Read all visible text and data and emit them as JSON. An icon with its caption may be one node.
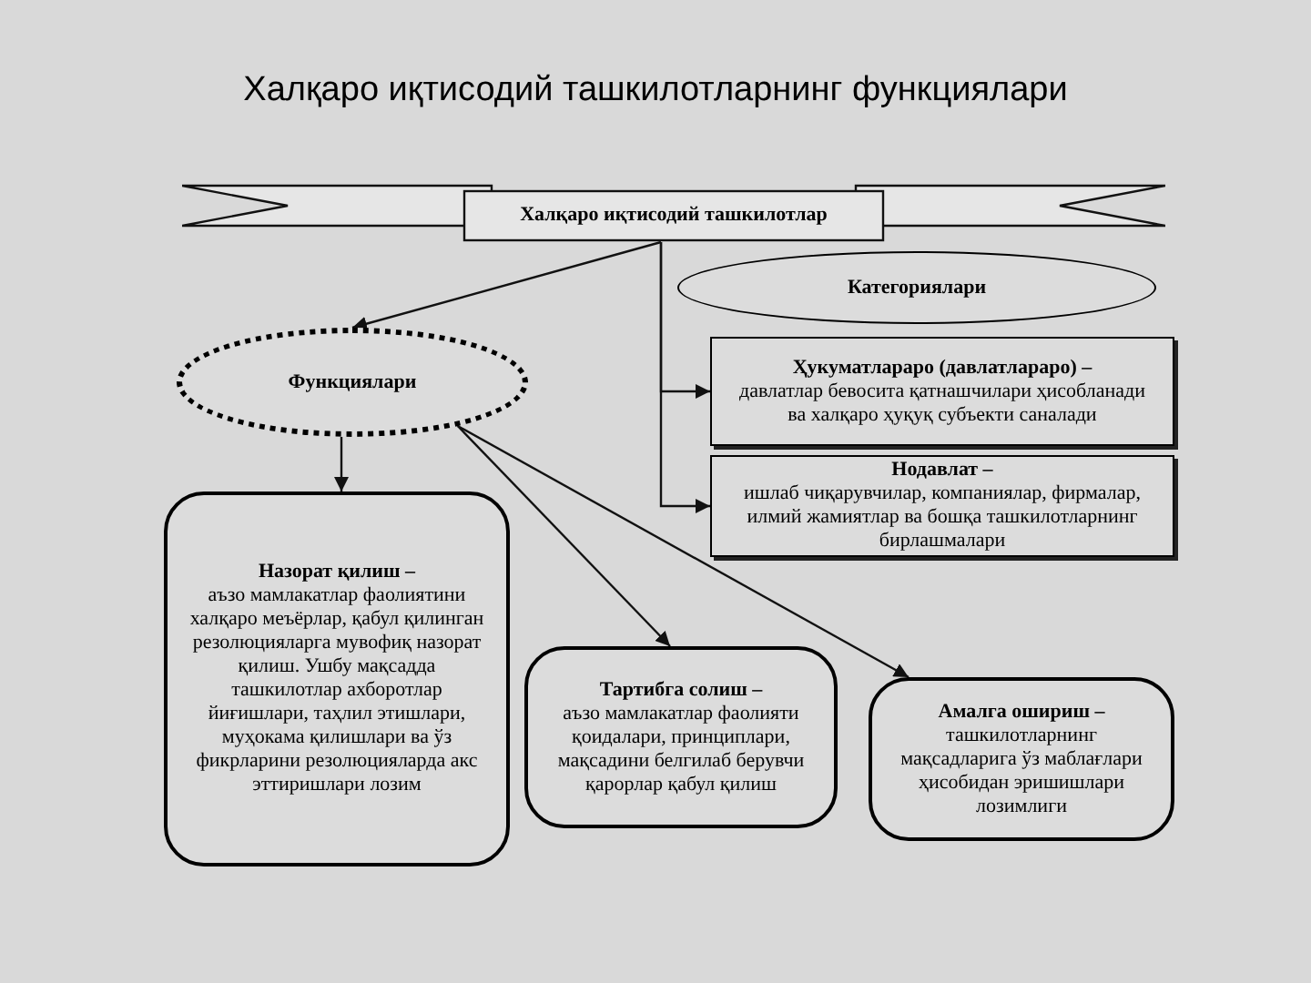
{
  "diagram": {
    "title": "Халқаро иқтисодий ташкилотларнинг функциялари",
    "nodes": [
      {
        "text": [
          "Халқаро иқтисодий ташкилотлар"
        ]
      },
      {
        "text": [
          "Категориялари"
        ]
      },
      {
        "text": [
          "Функциялари"
        ]
      },
      {
        "text": [
          "Ҳукуматлараро (давлатлараро) –",
          "давлатлар бевосита қатнашчилари ҳисобланади ва халқаро ҳуқуқ субъекти саналади"
        ]
      },
      {
        "text": [
          "Нодавлат –",
          "ишлаб чиқарувчилар, компаниялар, фирмалар, илмий жамиятлар ва бошқа ташкилотларнинг бирлашмалари"
        ]
      },
      {
        "text": [
          "Назорат қилиш –",
          "аъзо мамлакатлар фаолиятини халқаро меъёрлар, қабул қилинган резолюцияларга мувофиқ назорат қилиш. Ушбу мақсадда ташкилотлар ахборотлар йиғишлари, таҳлил этишлари, муҳокама қилишлари ва ўз фикрларини резолюцияларда акс эттиришлари лозим"
        ]
      },
      {
        "text": [
          "Тартибга солиш –",
          "аъзо мамлакатлар фаолияти қоидалари, принциплари, мақсадини белгилаб берувчи қарорлар қабул қилиш"
        ]
      },
      {
        "text": [
          "Амалга ошириш –",
          "ташкилотларнинг мақсадларига ўз маблағлари ҳисобидан эришишлари лозимлиги"
        ]
      }
    ],
    "edges": [
      {
        "from": 0,
        "to": 2,
        "arrow": "to"
      },
      {
        "from": 0,
        "to": 3,
        "arrow": "to"
      },
      {
        "from": 0,
        "to": 4,
        "arrow": "to"
      },
      {
        "from": 2,
        "to": 5,
        "arrow": "to"
      },
      {
        "from": 2,
        "to": 6,
        "arrow": "to"
      },
      {
        "from": 2,
        "to": 7,
        "arrow": "to"
      }
    ]
  }
}
